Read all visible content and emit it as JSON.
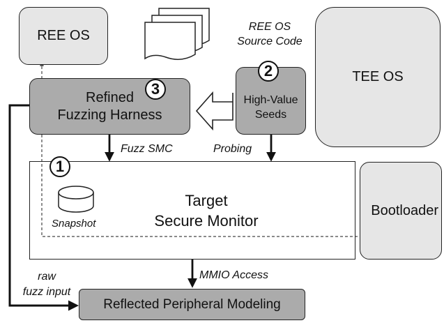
{
  "boxes": {
    "ree_os": "REE OS",
    "tee_os": "TEE OS",
    "harness_line1": "Refined",
    "harness_line2": "Fuzzing Harness",
    "seeds_line1": "High-Value",
    "seeds_line2": "Seeds",
    "target_line1": "Target",
    "target_line2": "Secure Monitor",
    "bootloader": "Bootloader",
    "peripheral": "Reflected Peripheral Modeling"
  },
  "labels": {
    "source_line1": "REE OS",
    "source_line2": "Source Code",
    "fuzz_smc": "Fuzz SMC",
    "probing": "Probing",
    "snapshot": "Snapshot",
    "mmio": "MMIO Access",
    "raw_line1": "raw",
    "raw_line2": "fuzz input"
  },
  "steps": {
    "one": "1",
    "two": "2",
    "three": "3"
  },
  "colors": {
    "gray_fill": "#ababab",
    "light_fill": "#e6e6e6",
    "stroke": "#222222"
  }
}
